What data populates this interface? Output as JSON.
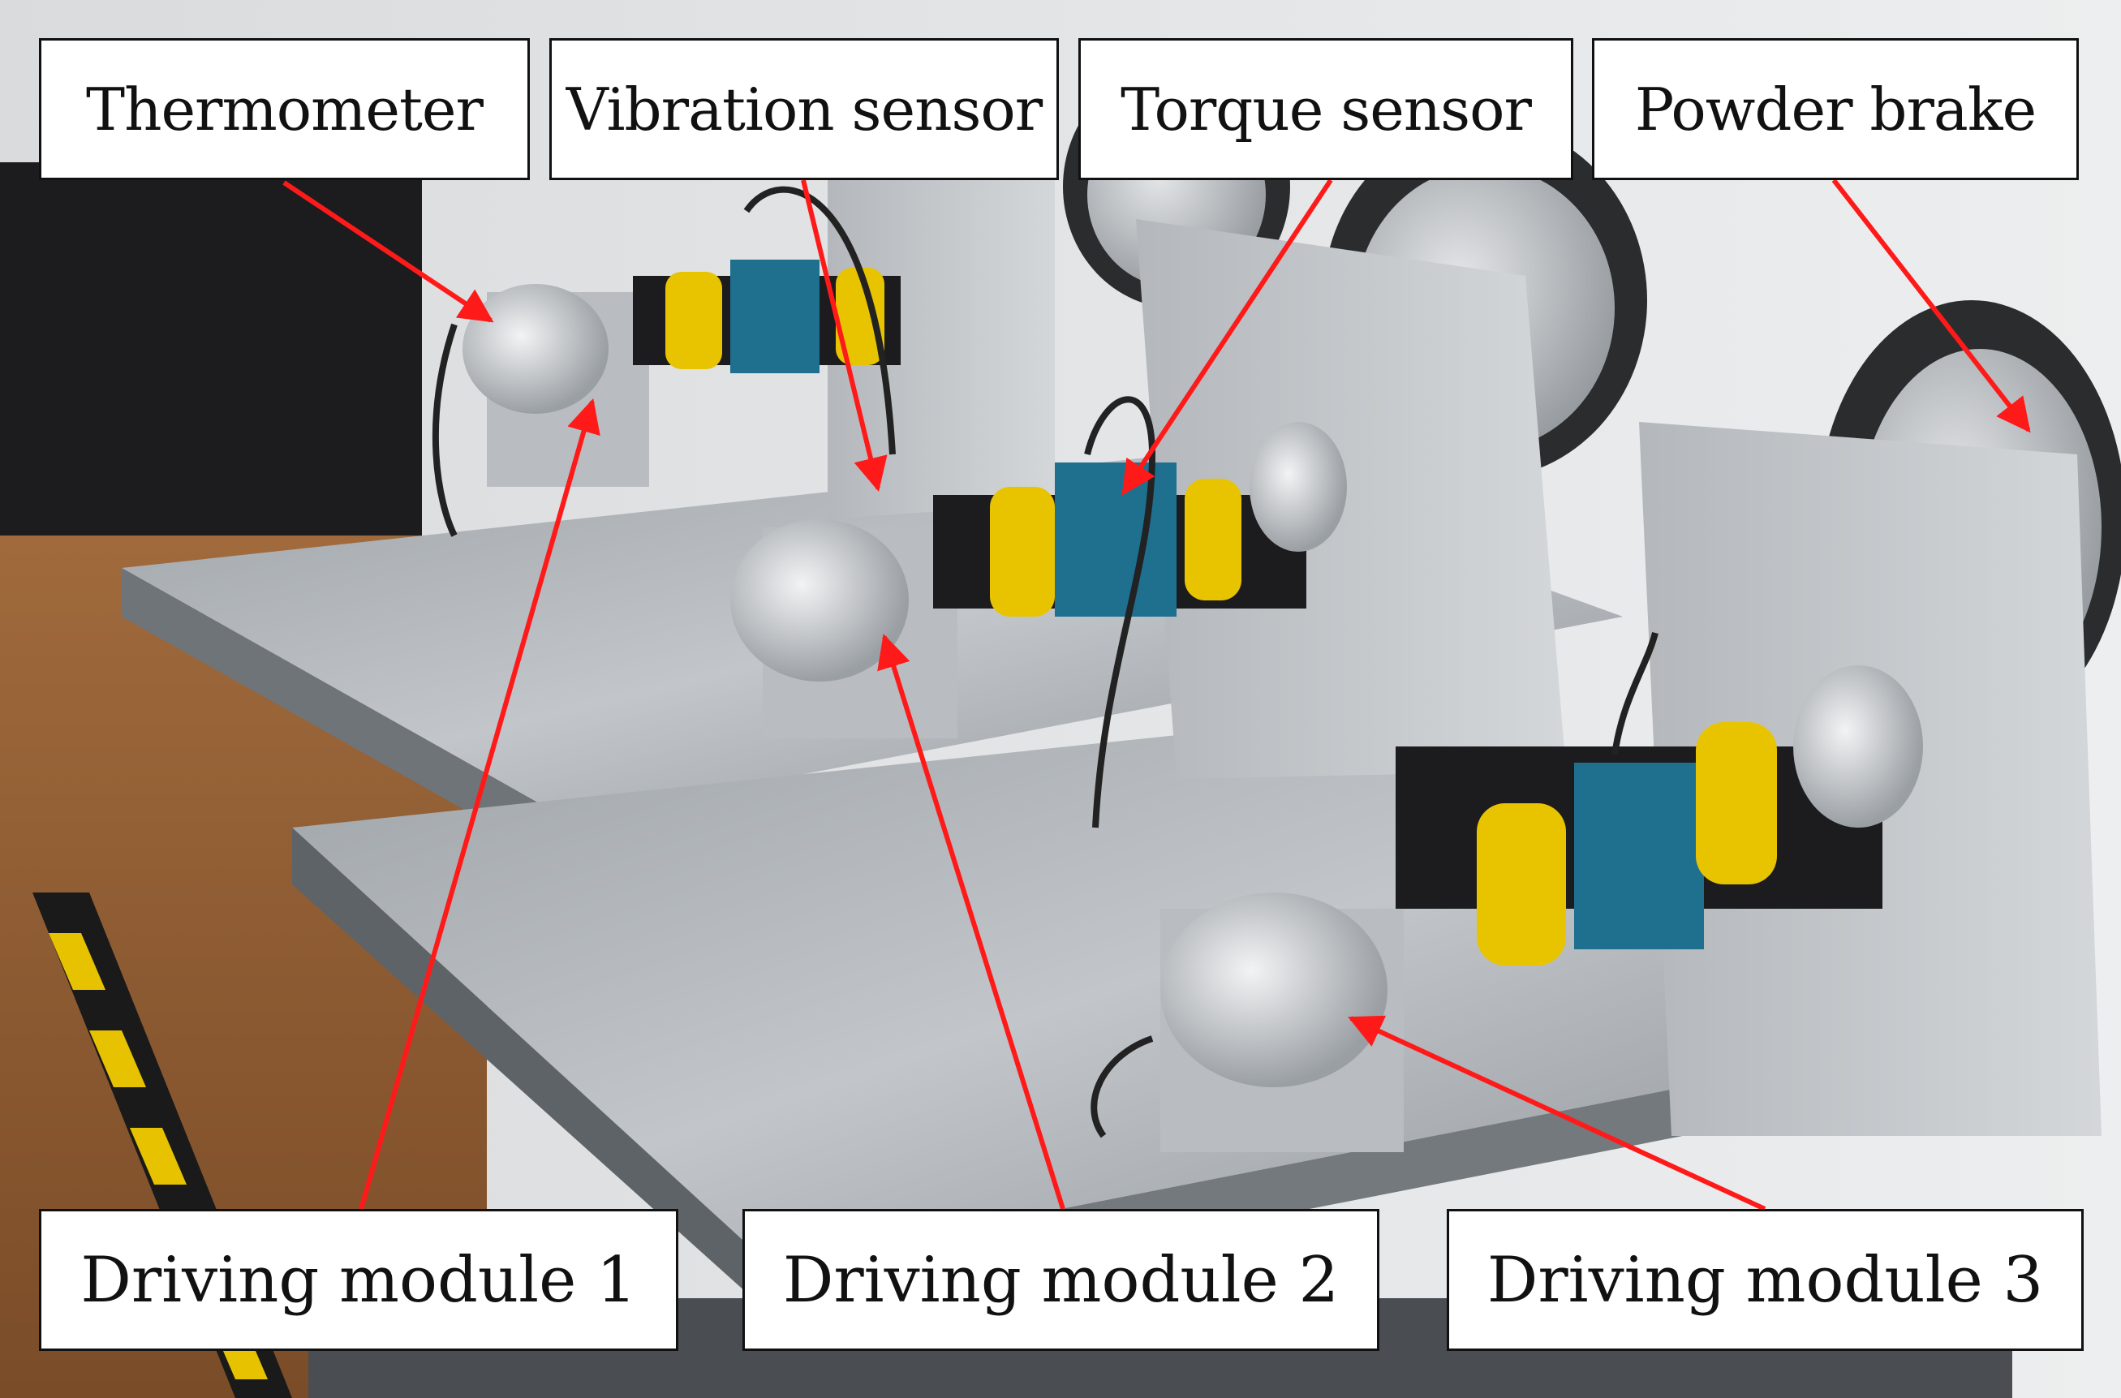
{
  "labels": {
    "thermometer": "Thermometer",
    "vibration_sensor": "Vibration sensor",
    "torque_sensor": "Torque sensor",
    "powder_brake": "Powder brake",
    "driving_module_1": "Driving module 1",
    "driving_module_2": "Driving module 2",
    "driving_module_3": "Driving module 3"
  },
  "colors": {
    "arrow": "#ff1a1a",
    "label_bg": "#ffffff",
    "label_border": "#111111",
    "coupling_yellow": "#e8c400",
    "sensor_teal": "#1f6f8f",
    "aluminum": "#c4c7cb"
  }
}
